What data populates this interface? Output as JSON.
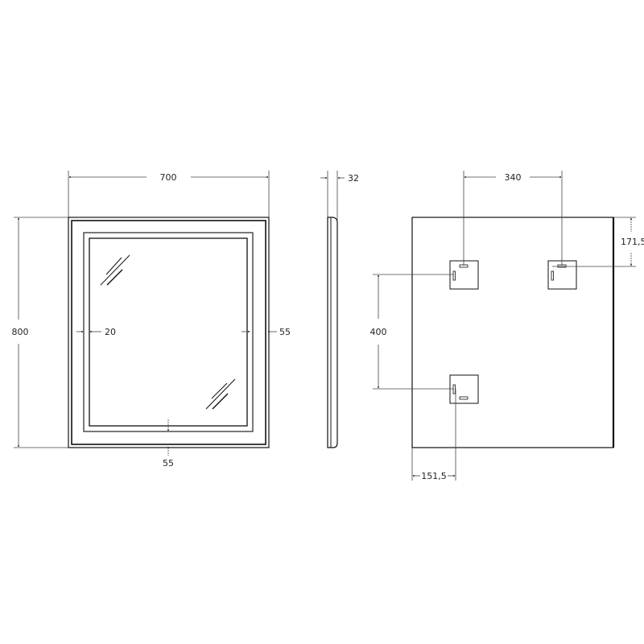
{
  "front_view": {
    "width_label": "700",
    "height_label": "800",
    "inner_gap_label": "20",
    "side_frame_label": "55",
    "bottom_frame_label": "55"
  },
  "side_view": {
    "depth_label": "32"
  },
  "back_view": {
    "hanger_spacing_label": "340",
    "top_offset_label": "171,5",
    "vertical_spacing_label": "400",
    "left_offset_label": "151,5"
  },
  "colors": {
    "line": "#111111",
    "dim_line": "#444444",
    "background": "#ffffff"
  }
}
